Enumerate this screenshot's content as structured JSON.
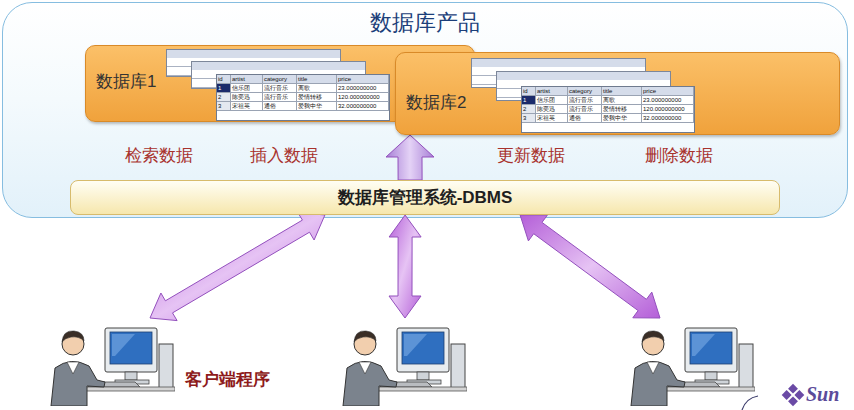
{
  "diagram": {
    "nodes": [
      {
        "text": [
          "数据库产品"
        ]
      },
      {
        "text": [
          "数据库1"
        ],
        "in": 0
      },
      {
        "text": [
          "数据库2"
        ],
        "in": 0
      },
      {
        "text": [
          "数据库管理系统-DBMS"
        ],
        "in": 0
      },
      {
        "text": [
          "客户端程序"
        ]
      },
      {
        "text": []
      },
      {
        "text": []
      }
    ],
    "edges": [
      {
        "from": 3,
        "to": 2,
        "arrow": "to"
      },
      {
        "from": 4,
        "to": 3,
        "arrow": "both"
      },
      {
        "from": 5,
        "to": 3,
        "arrow": "both"
      },
      {
        "from": 6,
        "to": 3,
        "arrow": "both"
      }
    ],
    "labels": [
      "检索数据",
      "插入数据",
      "更新数据",
      "删除数据",
      "id",
      "artist",
      "category",
      "title",
      "price",
      "1",
      "信乐团",
      "流行音乐",
      "离歌",
      "23.000000000",
      "2",
      "陈奕迅",
      "流行音乐",
      "爱情转移",
      "120.000000000",
      "3",
      "宋祖英",
      "通俗",
      "爱我中华",
      "32.000000000",
      "id",
      "artist",
      "category",
      "title",
      "price",
      "1",
      "信乐团",
      "流行音乐",
      "离歌",
      "23.000000000",
      "2",
      "陈奕迅",
      "流行音乐",
      "爱情转移",
      "120.000000000",
      "3",
      "宋祖英",
      "通俗",
      "爱我中华",
      "32.000000000",
      "Sun"
    ]
  }
}
